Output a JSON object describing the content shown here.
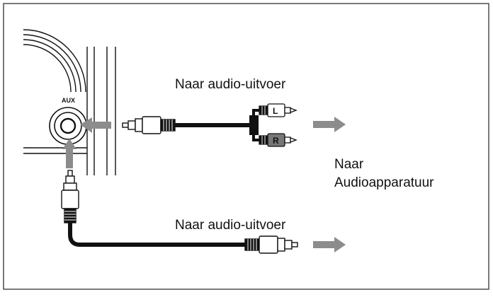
{
  "diagram": {
    "aux_label": "AUX",
    "top_label": "Naar audio-uitvoer",
    "bottom_label": "Naar audio-uitvoer",
    "right_label_line1": "Naar",
    "right_label_line2": "Audioapparatuur",
    "rca_left": "L",
    "rca_right": "R",
    "colors": {
      "stroke": "#111111",
      "arrow": "#8c8c8c",
      "rca_right_fill": "#777777",
      "frame": "#333333"
    },
    "icons": [
      "aux-jack-icon",
      "stereo-plug-icon",
      "rca-plug-icon",
      "arrow-icon"
    ]
  }
}
